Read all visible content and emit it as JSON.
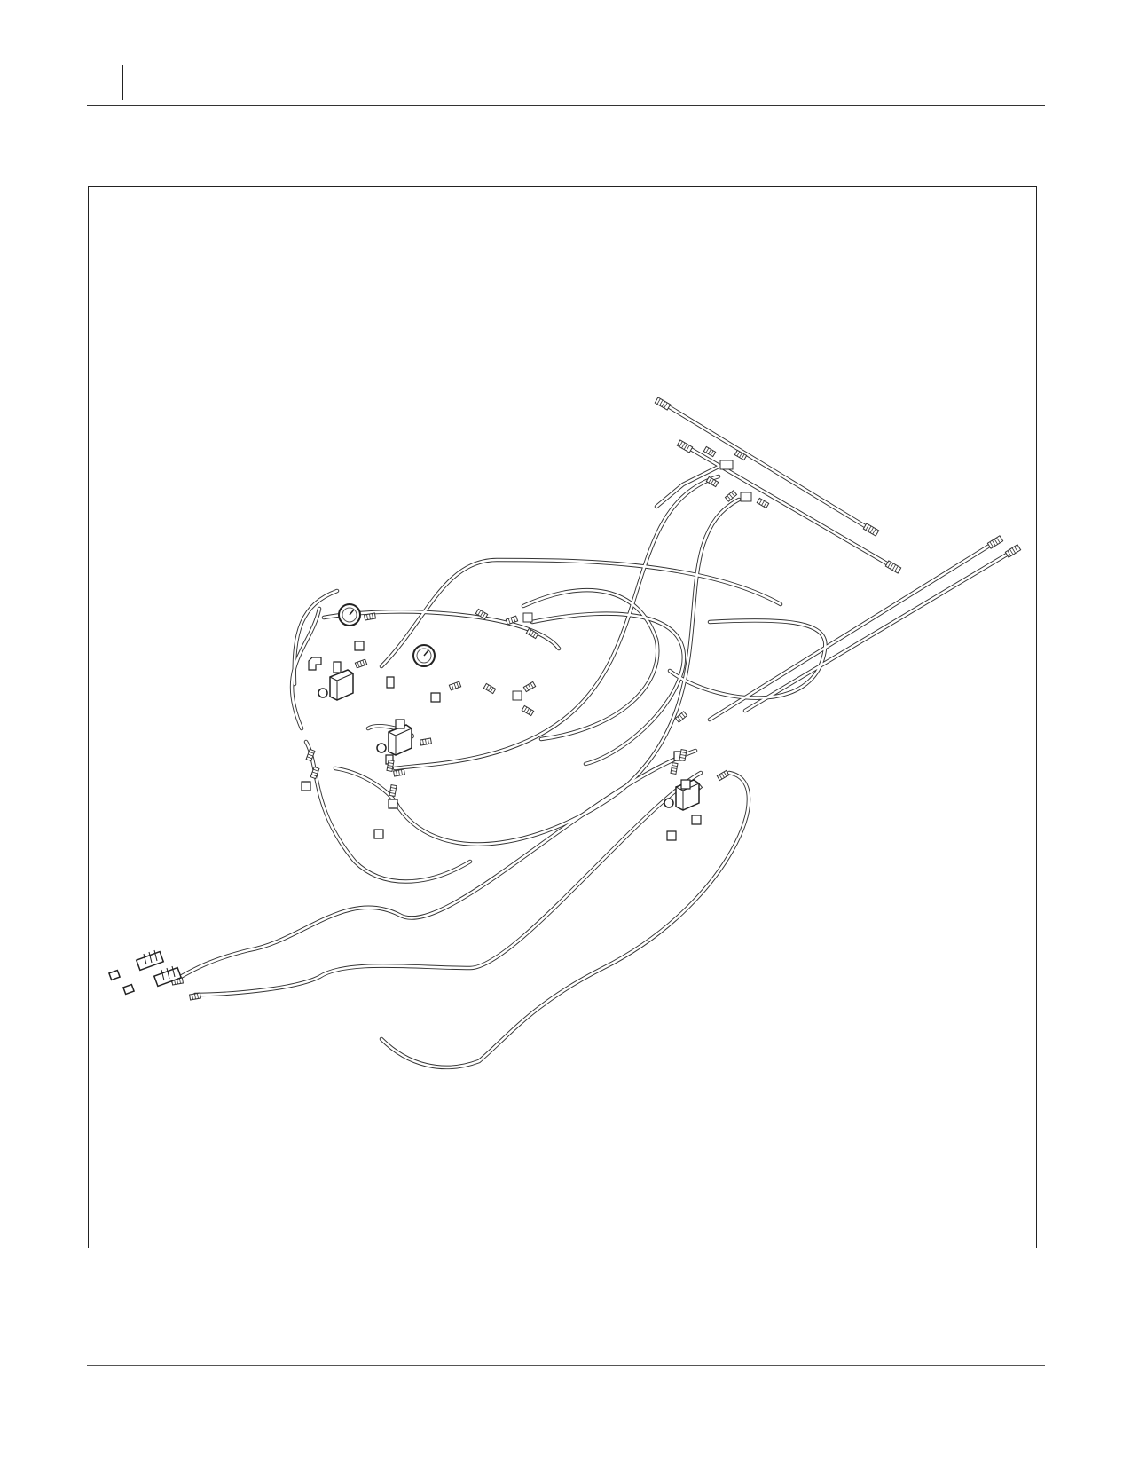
{
  "page": {
    "header": {},
    "figure": {
      "kind": "hydraulic hose routing diagram",
      "components": [
        "pressure-gauge",
        "valve-block",
        "hose",
        "tee-fitting",
        "elbow-fitting",
        "quick-coupler",
        "dust-cap"
      ],
      "colors": {
        "line": "#333333",
        "background": "#ffffff"
      }
    },
    "footer": {}
  }
}
